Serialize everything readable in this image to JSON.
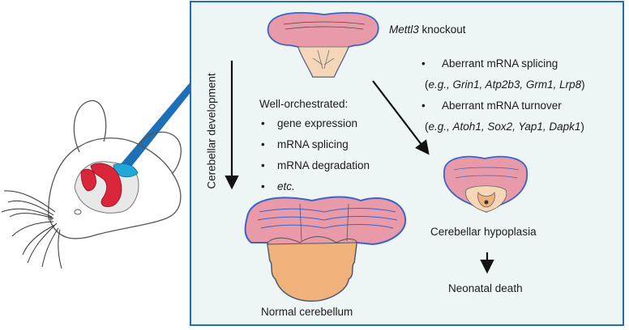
{
  "title": {
    "gene": "Mettl3",
    "rest": " knockout"
  },
  "axis_label": "Cerebellar development",
  "normal": {
    "heading": "Well-orchestrated:",
    "items": [
      "gene expression",
      "mRNA splicing",
      "mRNA degradation",
      "etc."
    ],
    "outcome": "Normal cerebellum"
  },
  "knockout": {
    "splicing_label": "Aberrant mRNA splicing",
    "splicing_genes": {
      "prefix": "(",
      "eg": "e.g.,",
      "genes": "Grin1, Atp2b3, Grm1, Lrp8",
      "suffix": ")"
    },
    "turnover_label": "Aberrant mRNA turnover",
    "turnover_genes": {
      "prefix": "(",
      "eg": "e.g.,",
      "genes": "Atoh1, Sox2, Yap1, Dapk1",
      "suffix": ")"
    },
    "outcome": "Cerebellar hypoplasia",
    "final": "Neonatal death"
  },
  "colors": {
    "frame": "#1d6fb8",
    "panel_bg": "#eef6f5",
    "cortex_pink": "#e89aa8",
    "outline_blue": "#3b63c9",
    "core_orange": "#f0b27a",
    "brain_red": "#d9263a",
    "brain_cyan": "#20a9d6"
  },
  "bullet": "•"
}
